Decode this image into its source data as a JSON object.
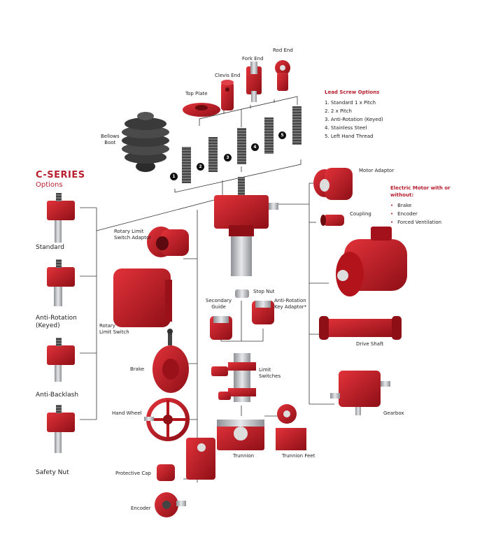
{
  "header": {
    "title": "C-SERIES",
    "subtitle": "Options"
  },
  "lead_screw": {
    "heading": "Lead Screw Options",
    "options": [
      "1.  Standard 1 x Pitch",
      "2.  2 x Pitch",
      "3.  Anti-Rotation (Keyed)",
      "4.  Stainless Steel",
      "5.  Left Hand Thread"
    ],
    "badges": [
      "1",
      "2",
      "3",
      "4",
      "5"
    ]
  },
  "electric_motor": {
    "heading": "Electric Motor with or without:",
    "items": [
      "Brake",
      "Encoder",
      "Forced Ventilation"
    ]
  },
  "labels": {
    "rod_end": "Rod End",
    "fork_end": "Fork End",
    "clevis_end": "Clevis End",
    "top_plate": "Top Plate",
    "bellows_boot": "Bellows\nBoot",
    "motor_adaptor": "Motor Adaptor",
    "coupling": "Coupling",
    "rotary_limit_switch_adaptor": "Rotary Limit\nSwitch Adaptor",
    "rotary_limit_switch": "Rotary\nLimit Switch",
    "stop_nut": "Stop Nut",
    "secondary_guide": "Secondary\nGuide",
    "anti_rotation_key_adaptor": "Anti-Rotation\nKey Adaptor*",
    "limit_switches": "Limit\nSwitches",
    "drive_shaft": "Drive Shaft",
    "gearbox": "Gearbox",
    "brake": "Brake",
    "hand_wheel": "Hand Wheel",
    "trunnion": "Trunnion",
    "trunnion_feet": "Trunnion Feet",
    "protective_cap": "Protective Cap",
    "encoder": "Encoder",
    "standard": "Standard",
    "anti_rotation_keyed": "Anti-Rotation\n(Keyed)",
    "anti_backlash": "Anti-Backlash",
    "safety_nut": "Safety Nut"
  },
  "colors": {
    "accent": "#b8202f",
    "product_red": "#c8151f",
    "dark_red": "#8e0f16",
    "steel": "#b9bcc0"
  }
}
